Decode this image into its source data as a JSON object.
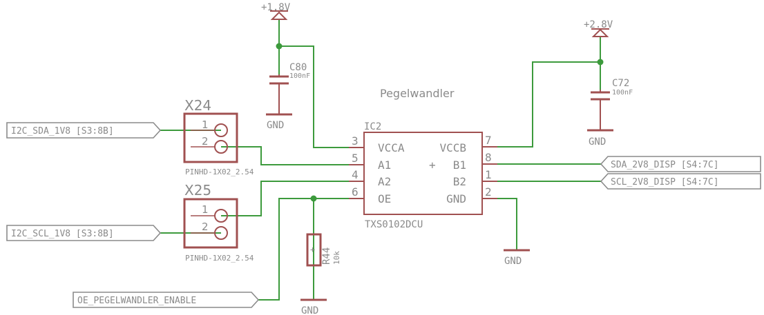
{
  "title": "Pegelwandler",
  "supplies": {
    "v18": "+1.8V",
    "v28": "+2.8V"
  },
  "gnd": "GND",
  "capacitors": [
    {
      "name": "C80",
      "value": "100nF"
    },
    {
      "name": "C72",
      "value": "100nF"
    }
  ],
  "resistor": {
    "name": "R44",
    "value": "10k"
  },
  "ic": {
    "ref": "IC2",
    "part": "TXS0102DCU",
    "plus": "+",
    "left_pins": [
      {
        "num": "3",
        "label": "VCCA"
      },
      {
        "num": "5",
        "label": "A1"
      },
      {
        "num": "4",
        "label": "A2"
      },
      {
        "num": "6",
        "label": "OE"
      }
    ],
    "right_pins": [
      {
        "num": "7",
        "label": "VCCB"
      },
      {
        "num": "8",
        "label": "B1"
      },
      {
        "num": "1",
        "label": "B2"
      },
      {
        "num": "2",
        "label": "GND"
      }
    ]
  },
  "headers": [
    {
      "name": "X24",
      "pkg": "PINHD-1X02_2.54",
      "pin1": "1",
      "pin2": "2"
    },
    {
      "name": "X25",
      "pkg": "PINHD-1X02_2.54",
      "pin1": "1",
      "pin2": "2"
    }
  ],
  "net_labels": {
    "sda_1v8": "I2C_SDA_1V8 [S3:8B]",
    "scl_1v8": "I2C_SCL_1V8 [S3:8B]",
    "sda_2v8": "SDA_2V8_DISP [S4:7C]",
    "scl_2v8": "SCL_2V8_DISP [S4:7C]",
    "oe": "OE_PEGELWANDLER_ENABLE"
  },
  "colors": {
    "wire": "#3c9a3c",
    "part": "#a05050",
    "text": "#8a8a8a"
  }
}
